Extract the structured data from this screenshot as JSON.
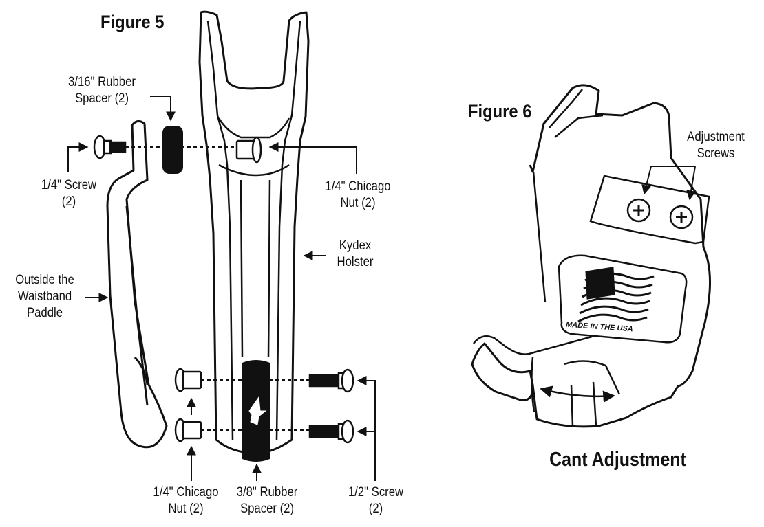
{
  "figure5": {
    "title": "Figure 5",
    "labels": {
      "rubber_spacer_small_l1": "3/16\" Rubber",
      "rubber_spacer_small_l2": "Spacer (2)",
      "screw_quarter_l1": "1/4\" Screw",
      "screw_quarter_l2": "(2)",
      "chicago_nut_top_l1": "1/4\" Chicago",
      "chicago_nut_top_l2": "Nut (2)",
      "kydex_l1": "Kydex",
      "kydex_l2": "Holster",
      "paddle_l1": "Outside the",
      "paddle_l2": "Waistband",
      "paddle_l3": "Paddle",
      "chicago_nut_bottom_l1": "1/4\" Chicago",
      "chicago_nut_bottom_l2": "Nut (2)",
      "rubber_spacer_large_l1": "3/8\" Rubber",
      "rubber_spacer_large_l2": "Spacer (2)",
      "screw_half_l1": "1/2\" Screw",
      "screw_half_l2": "(2)"
    }
  },
  "figure6": {
    "title": "Figure 6",
    "adjustment_l1": "Adjustment",
    "adjustment_l2": "Screws",
    "badge_text": "MADE IN THE USA",
    "caption": "Cant Adjustment"
  }
}
